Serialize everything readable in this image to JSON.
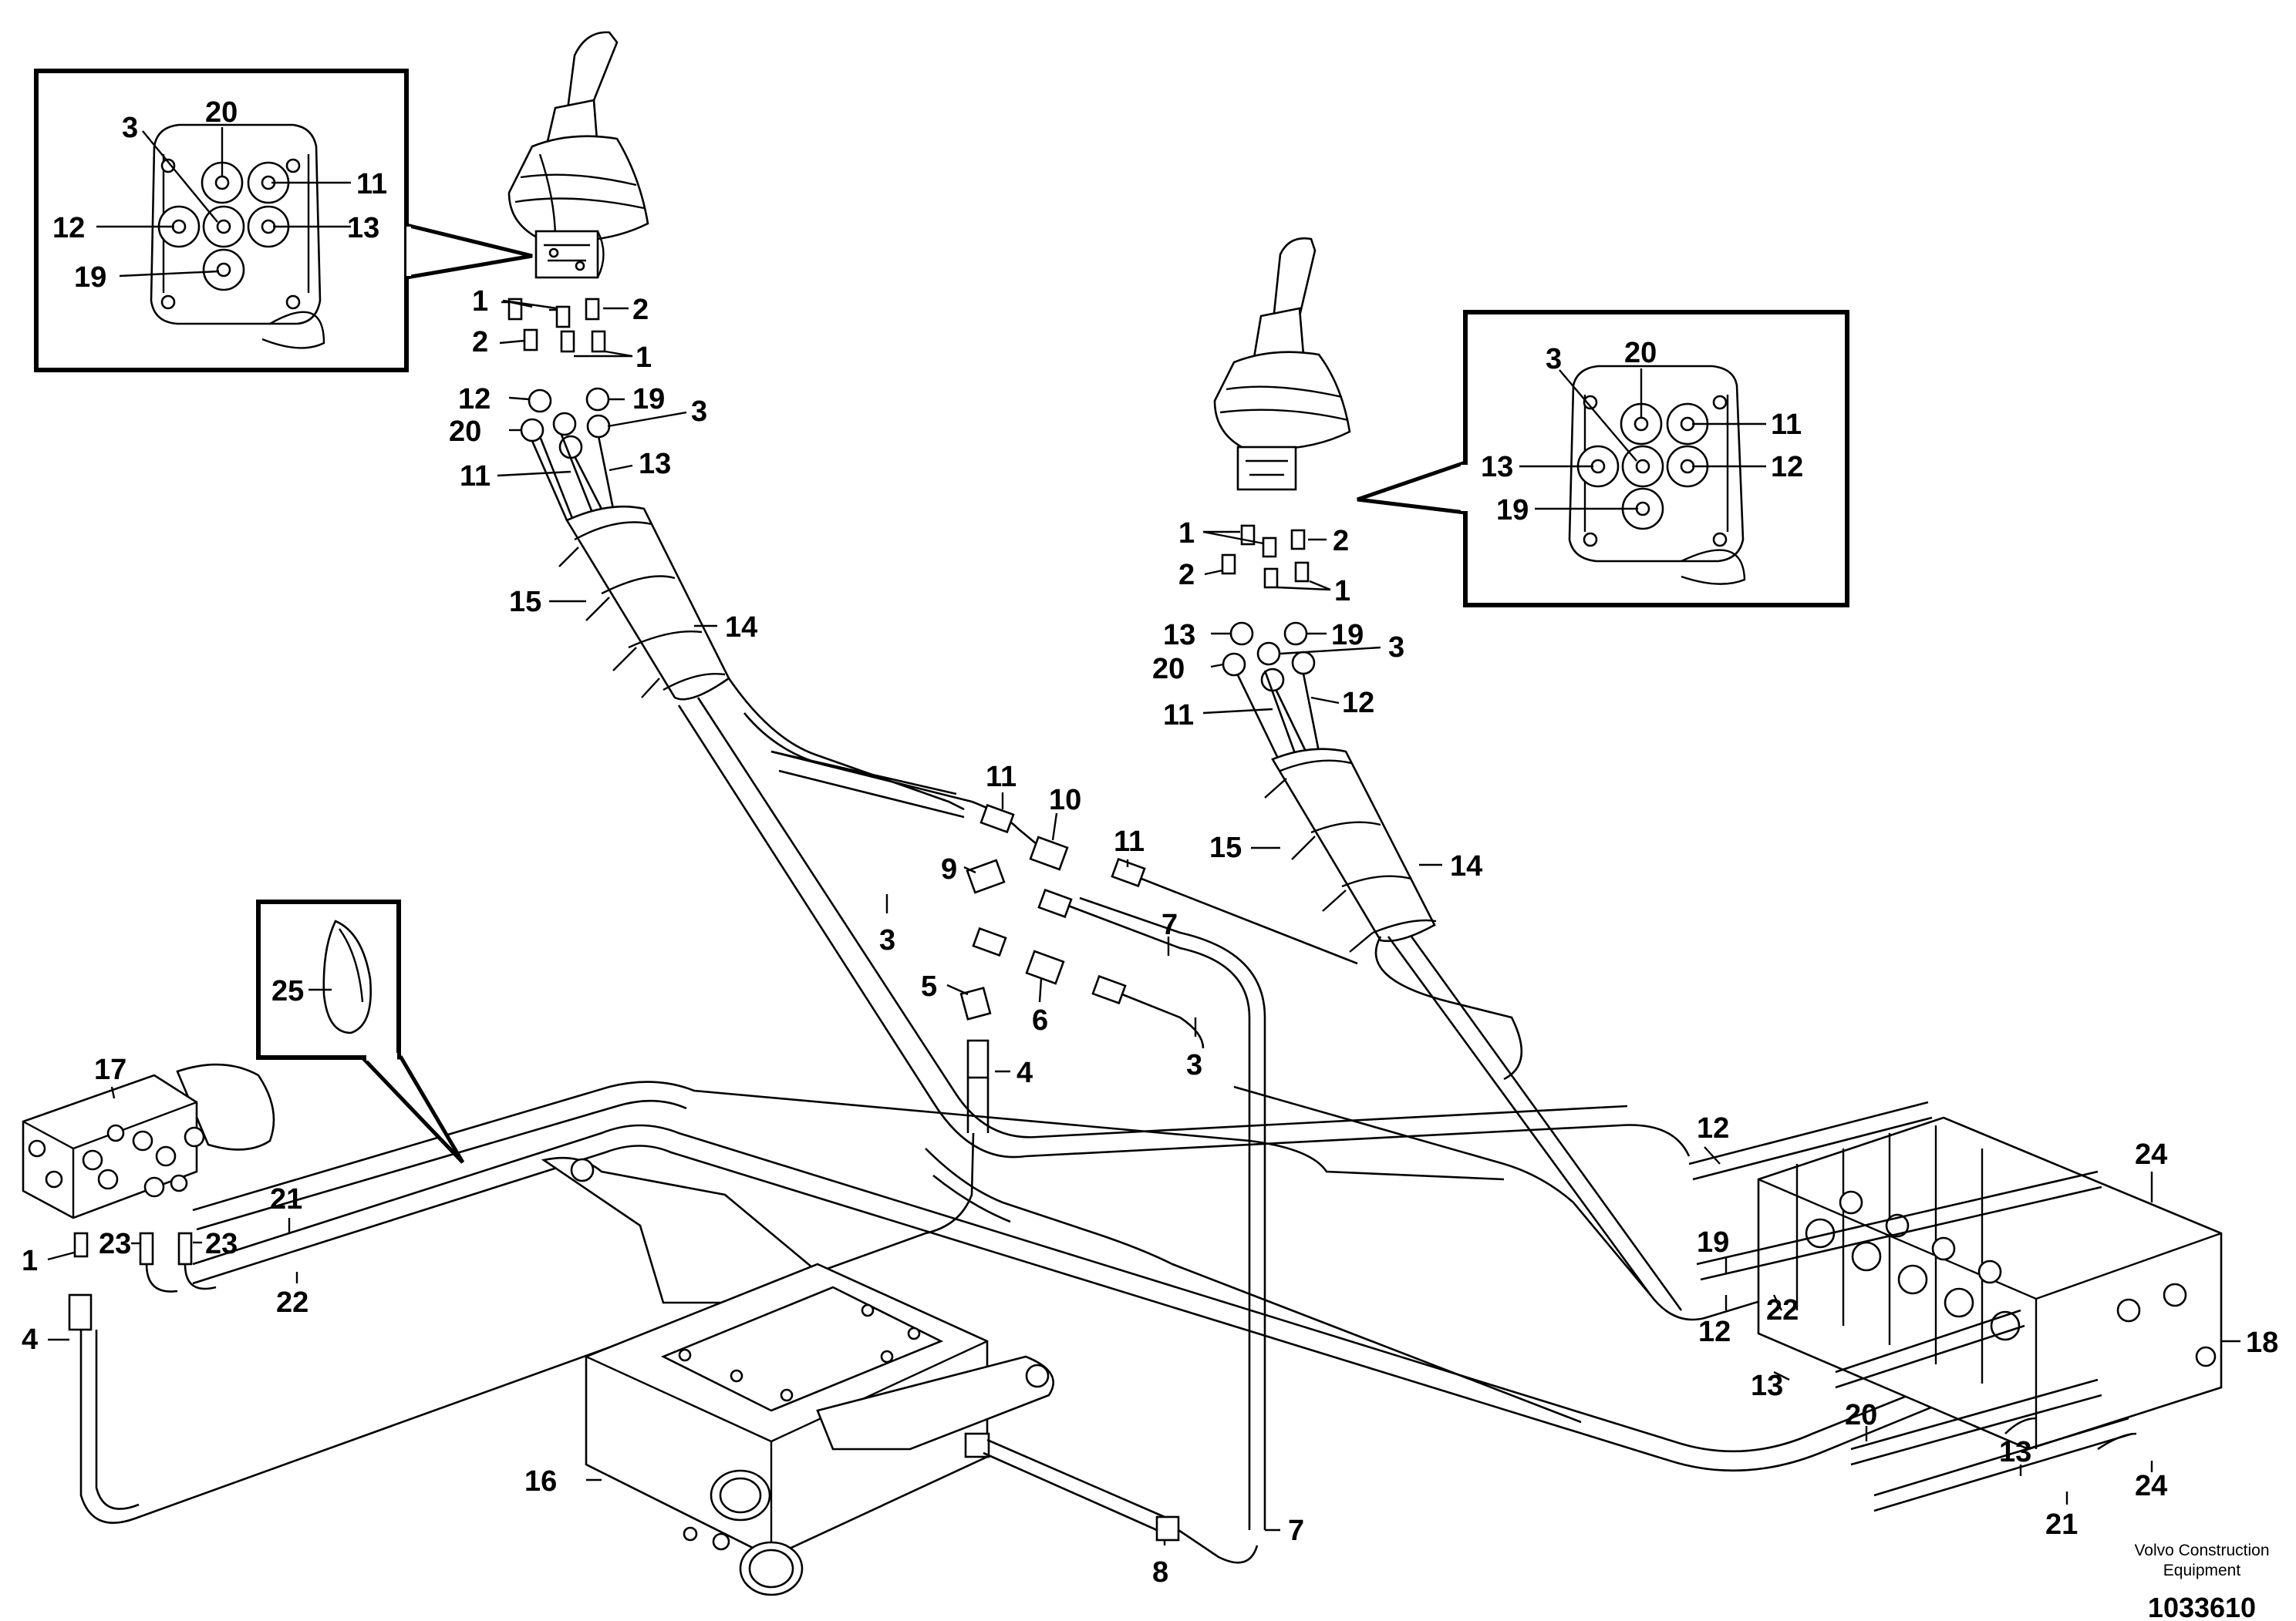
{
  "drawing": {
    "brand_line1": "Volvo Construction",
    "brand_line2": "Equipment",
    "drawing_number": "1033610"
  },
  "callouts": {
    "left_inset": {
      "c20": "20",
      "c3": "3",
      "c11": "11",
      "c12": "12",
      "c13": "13",
      "c19": "19"
    },
    "right_inset": {
      "c20": "20",
      "c3": "3",
      "c11": "11",
      "c13": "13",
      "c12": "12",
      "c19": "19"
    },
    "left_joystick": {
      "c1a": "1",
      "c2a": "2",
      "c2b": "2",
      "c1b": "1",
      "c12": "12",
      "c19": "19",
      "c3": "3",
      "c20": "20",
      "c11": "11",
      "c13": "13",
      "c15": "15",
      "c14": "14"
    },
    "right_joystick": {
      "c1a": "1",
      "c2a": "2",
      "c2b": "2",
      "c1b": "1",
      "c13": "13",
      "c19": "19",
      "c3": "3",
      "c20": "20",
      "c12": "12",
      "c11": "11",
      "c15": "15",
      "c14": "14"
    },
    "center": {
      "c11a": "11",
      "c10": "10",
      "c11b": "11",
      "c9": "9",
      "c3a": "3",
      "c7a": "7",
      "c5": "5",
      "c6": "6",
      "c4": "4",
      "c3b": "3",
      "c7b": "7",
      "c8": "8"
    },
    "tie_inset": {
      "c25": "25"
    },
    "left_block": {
      "c17": "17",
      "c21": "21",
      "c23a": "23",
      "c23b": "23",
      "c1": "1",
      "c22": "22",
      "c4": "4",
      "c16": "16"
    },
    "valve": {
      "c12a": "12",
      "c19": "19",
      "c22": "22",
      "c12b": "12",
      "c13a": "13",
      "c20": "20",
      "c13b": "13",
      "c21": "21",
      "c24a": "24",
      "c24b": "24",
      "c18": "18"
    }
  }
}
